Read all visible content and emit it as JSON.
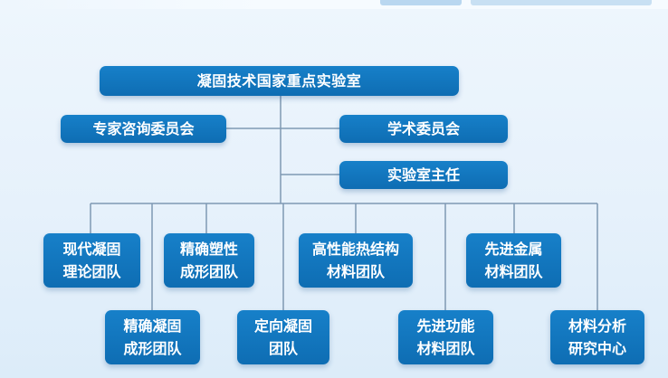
{
  "colors": {
    "box_fill": "#1273bd",
    "connector": "#7f99b3",
    "background": "#e8f2fb"
  },
  "root": {
    "label": "凝固技术国家重点实验室"
  },
  "committees": [
    {
      "label": "专家咨询委员会"
    },
    {
      "label": "学术委员会"
    }
  ],
  "director": {
    "label": "实验室主任"
  },
  "teams": [
    {
      "label": "现代凝固\n理论团队"
    },
    {
      "label": "精确凝固\n成形团队"
    },
    {
      "label": "精确塑性\n成形团队"
    },
    {
      "label": "定向凝固\n团队"
    },
    {
      "label": "高性能热结构\n材料团队"
    },
    {
      "label": "先进功能\n材料团队"
    },
    {
      "label": "先进金属\n材料团队"
    },
    {
      "label": "材料分析\n研究中心"
    }
  ]
}
